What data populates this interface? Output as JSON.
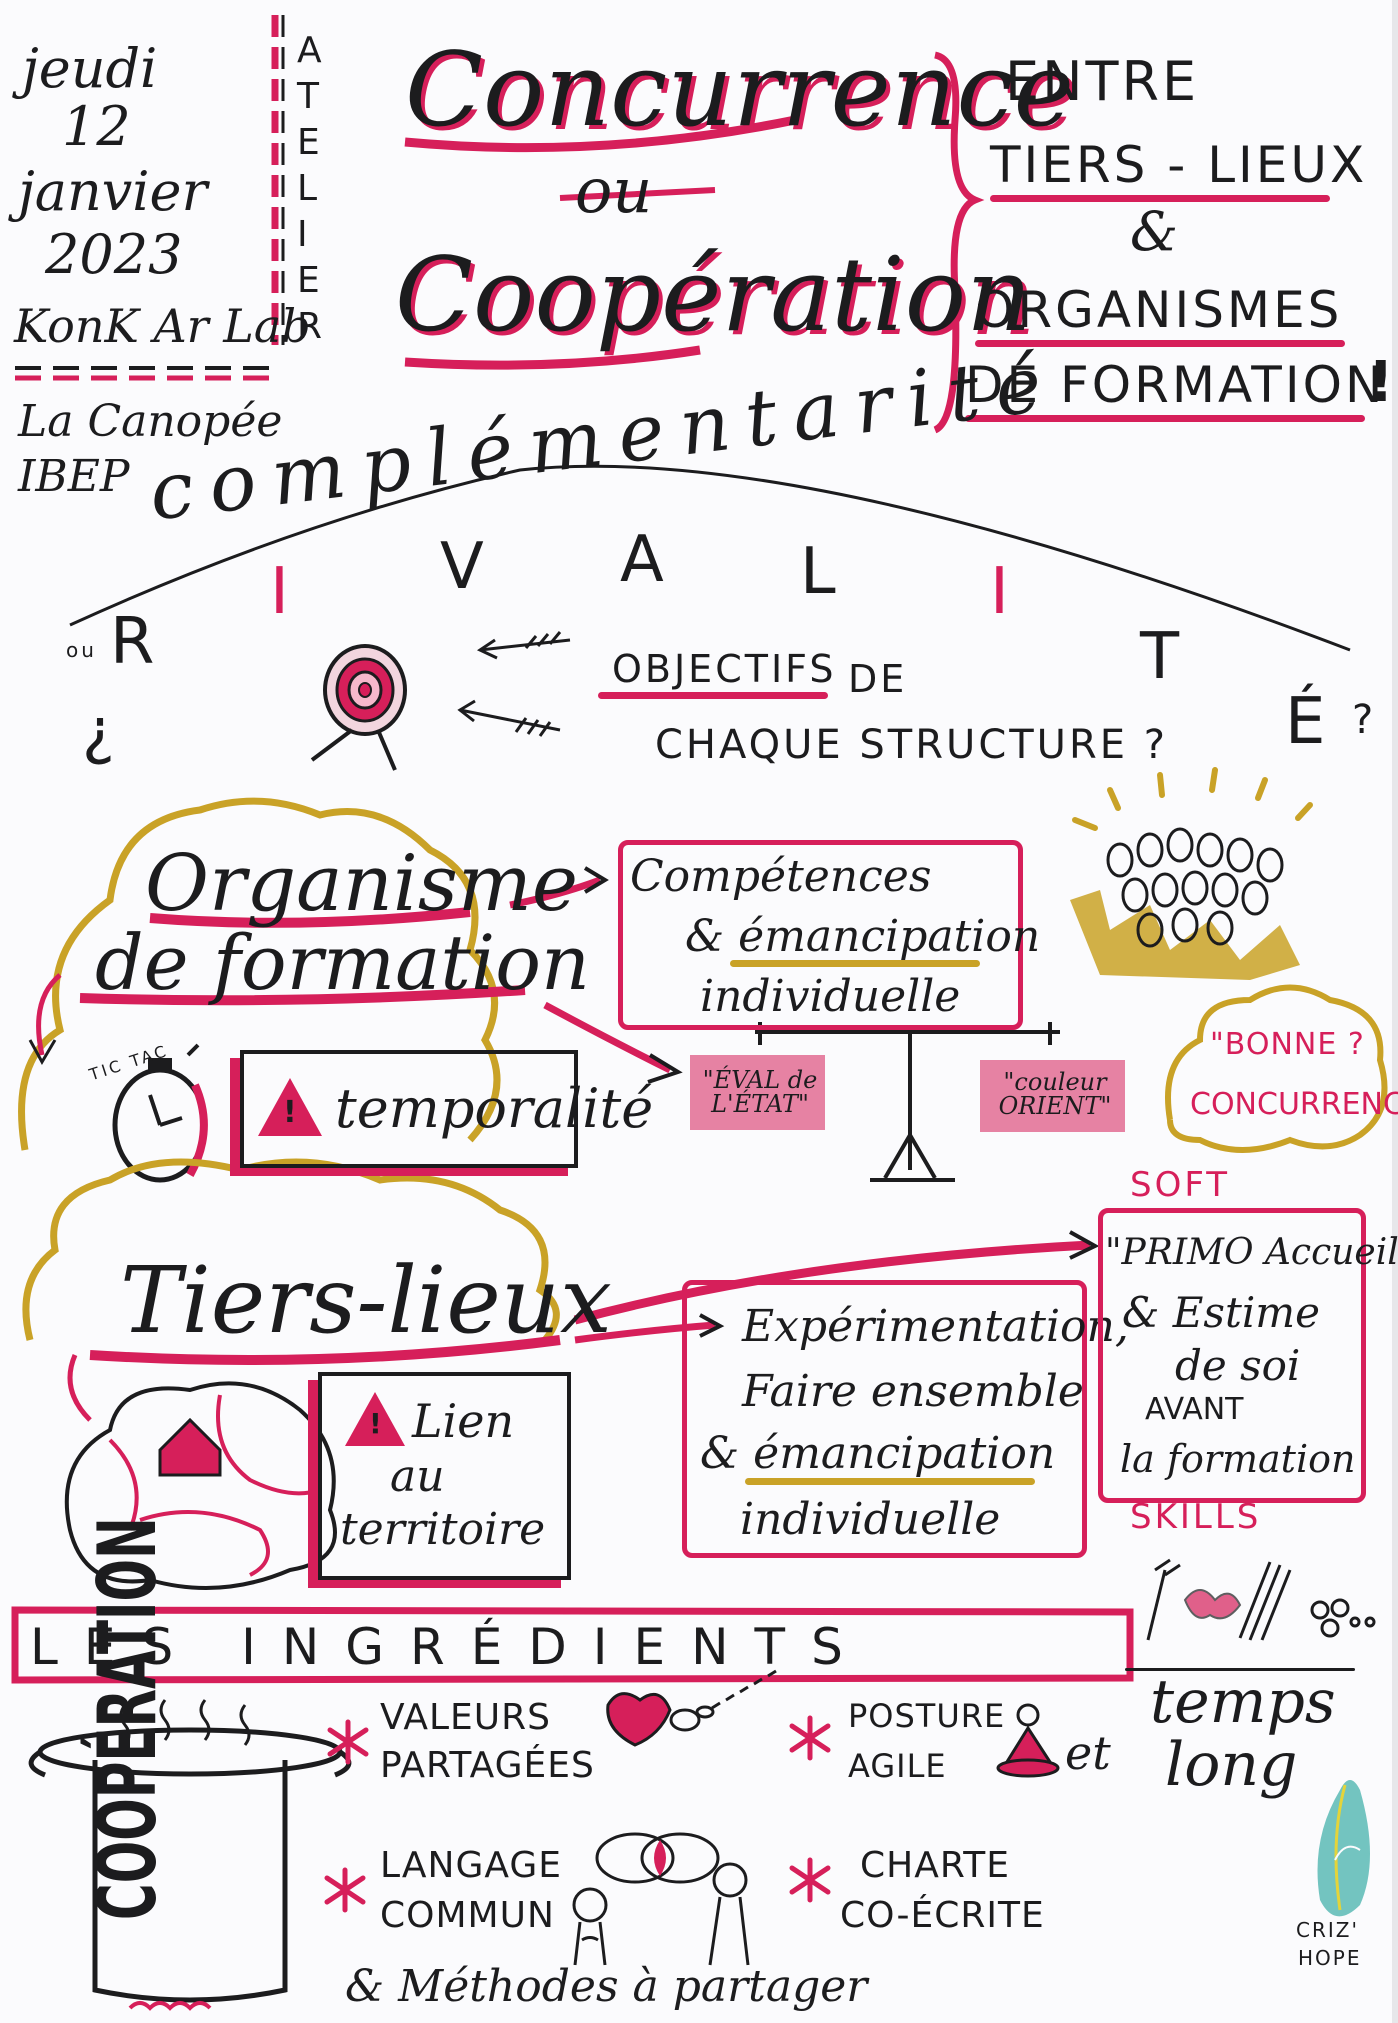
{
  "header": {
    "date": {
      "day": "jeudi",
      "num": "12",
      "month": "janvier",
      "year": "2023"
    },
    "org1": "KonK Ar Lab",
    "org2": "La Canopée",
    "org3": "IBEP",
    "atelier": [
      "A",
      "T",
      "E",
      "L",
      "I",
      "E",
      "R"
    ],
    "title_1": "Concurrence",
    "title_ou": "ou",
    "title_2": "Coopération",
    "entre": "ENTRE",
    "tiers_lieux_caps": "TIERS - LIEUX",
    "amp": "&",
    "organismes": "ORGANISMES",
    "de_formation": "DE FORMATION",
    "bang": "!"
  },
  "arc": {
    "complementarite": "complémentarité",
    "ou": "ou",
    "rivalite": [
      "R",
      "I",
      "V",
      "A",
      "L",
      "I",
      "T",
      "É"
    ],
    "q_open": "¿",
    "q_close": "?"
  },
  "objectifs": {
    "word1": "OBJECTIFS",
    "word2": "DE",
    "line2": "CHAQUE STRUCTURE ?"
  },
  "organisme": {
    "title_1": "Organisme",
    "title_2": "de formation",
    "tictac": "TIC TAC",
    "temporalite": "temporalité",
    "competences_1": "Compétences",
    "competences_2": "& émancipation",
    "competences_3": "individuelle",
    "balance_left": "\"ÉVAL de L'ÉTAT\"",
    "balance_right": "\"couleur ORIENT\"",
    "bonne_1": "\"BONNE ?",
    "bonne_2": "CONCURRENCE\""
  },
  "tiers": {
    "title": "Tiers-lieux",
    "lien_1": "Lien",
    "lien_2": "au",
    "lien_3": "territoire",
    "exp_1": "Expérimentation,",
    "exp_2": "Faire ensemble",
    "exp_3": "& émancipation",
    "exp_4": "individuelle",
    "soft": "SOFT",
    "primo_1": "\"PRIMO Accueil\"",
    "primo_2": "& Estime",
    "primo_3": "de soi",
    "primo_4": "AVANT",
    "primo_5": "la formation",
    "skills": "SKILLS"
  },
  "ingredients": {
    "banner": "LES   INGRÉDIENTS",
    "pot_label": "COOPÉRATION",
    "items": [
      {
        "line1": "VALEURS",
        "line2": "PARTAGÉES"
      },
      {
        "line1": "POSTURE",
        "line2": "AGILE"
      },
      {
        "line1": "LANGAGE",
        "line2": "COMMUN"
      },
      {
        "line1": "CHARTE",
        "line2": "CO-ÉCRITE"
      }
    ],
    "et": "et",
    "temps_1": "temps",
    "temps_2": "long",
    "methodes": "& Méthodes à partager",
    "signature_1": "CRIZ'",
    "signature_2": "HOPE"
  },
  "colors": {
    "pink": "#d61f5a",
    "gold": "#c9a227",
    "ink": "#1c1c1e",
    "teal": "#2aa6a0"
  }
}
